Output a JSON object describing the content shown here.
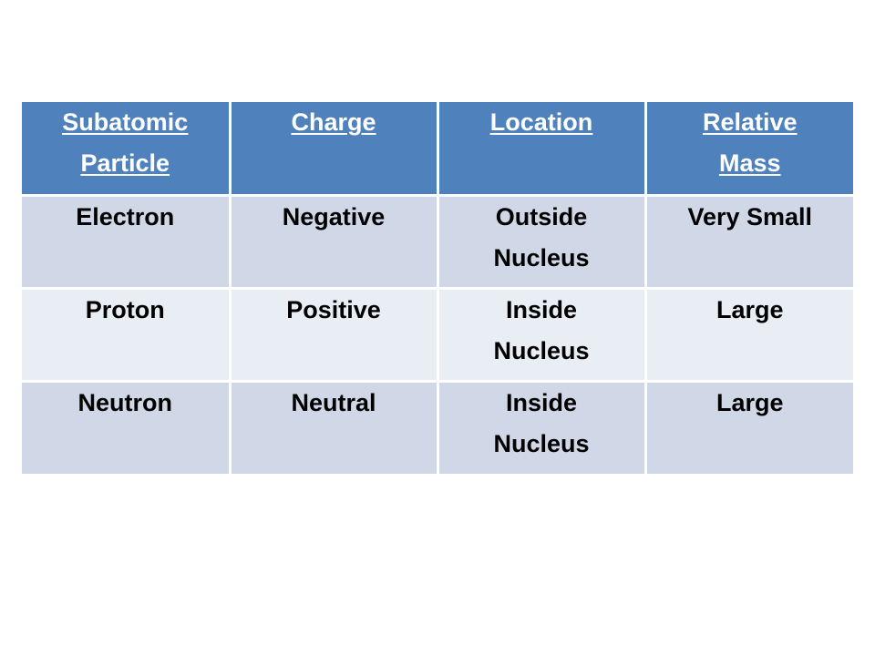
{
  "theme": {
    "header_bg": "#4f81bd",
    "row_dark": "#d0d8e8",
    "row_light": "#e9edf4"
  },
  "table": {
    "headers": [
      [
        "Subatomic",
        "Particle"
      ],
      [
        "Charge"
      ],
      [
        "Location"
      ],
      [
        "Relative",
        "Mass"
      ]
    ],
    "rows": [
      [
        [
          "Electron"
        ],
        [
          "Negative"
        ],
        [
          "Outside",
          "Nucleus"
        ],
        [
          "Very Small"
        ]
      ],
      [
        [
          "Proton"
        ],
        [
          "Positive"
        ],
        [
          "Inside",
          "Nucleus"
        ],
        [
          "Large"
        ]
      ],
      [
        [
          "Neutron"
        ],
        [
          "Neutral"
        ],
        [
          "Inside",
          "Nucleus"
        ],
        [
          "Large"
        ]
      ]
    ]
  }
}
